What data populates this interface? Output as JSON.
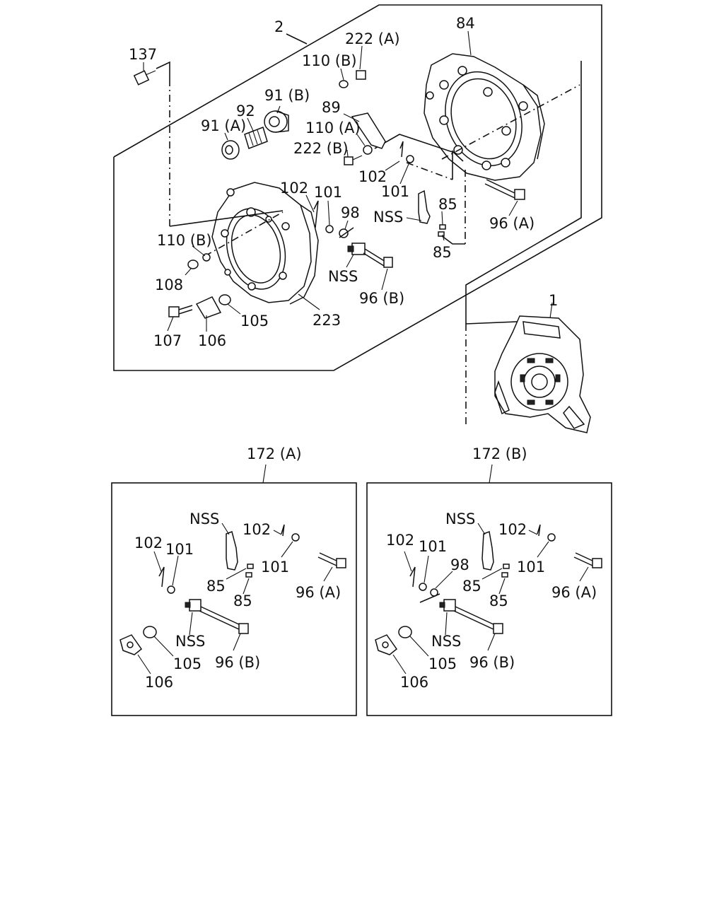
{
  "diagram": {
    "callouts_main": {
      "c2": "2",
      "c137": "137",
      "c222a": "222 (A)",
      "c110b_top": "110 (B)",
      "c84": "84",
      "c91b": "91 (B)",
      "c92": "92",
      "c91a": "91 (A)",
      "c89": "89",
      "c110a": "110 (A)",
      "c222b": "222 (B)",
      "c102_mid": "102",
      "c101_mid": "101",
      "c102_left": "102",
      "c101_left": "101",
      "c98": "98",
      "cnss_top": "NSS",
      "c85_a": "85",
      "c85_b": "85",
      "c96a": "96 (A)",
      "c110b_left": "110 (B)",
      "c108": "108",
      "cnss_mid": "NSS",
      "c96b": "96 (B)",
      "c105": "105",
      "c223": "223",
      "c107": "107",
      "c106": "106",
      "c1": "1"
    },
    "box_a": {
      "title": "172 (A)",
      "nss_top": "NSS",
      "c102_top": "102",
      "c102_left": "102",
      "c101_left": "101",
      "c101_right": "101",
      "c85_a": "85",
      "c85_b": "85",
      "c96a": "96 (A)",
      "nss_bottom": "NSS",
      "c96b": "96 (B)",
      "c105": "105",
      "c106": "106"
    },
    "box_b": {
      "title": "172 (B)",
      "nss_top": "NSS",
      "c102_top": "102",
      "c102_left": "102",
      "c101_left": "101",
      "c98": "98",
      "c101_right": "101",
      "c85_a": "85",
      "c85_b": "85",
      "c96a": "96 (A)",
      "nss_bottom": "NSS",
      "c96b": "96 (B)",
      "c105": "105",
      "c106": "106"
    }
  }
}
